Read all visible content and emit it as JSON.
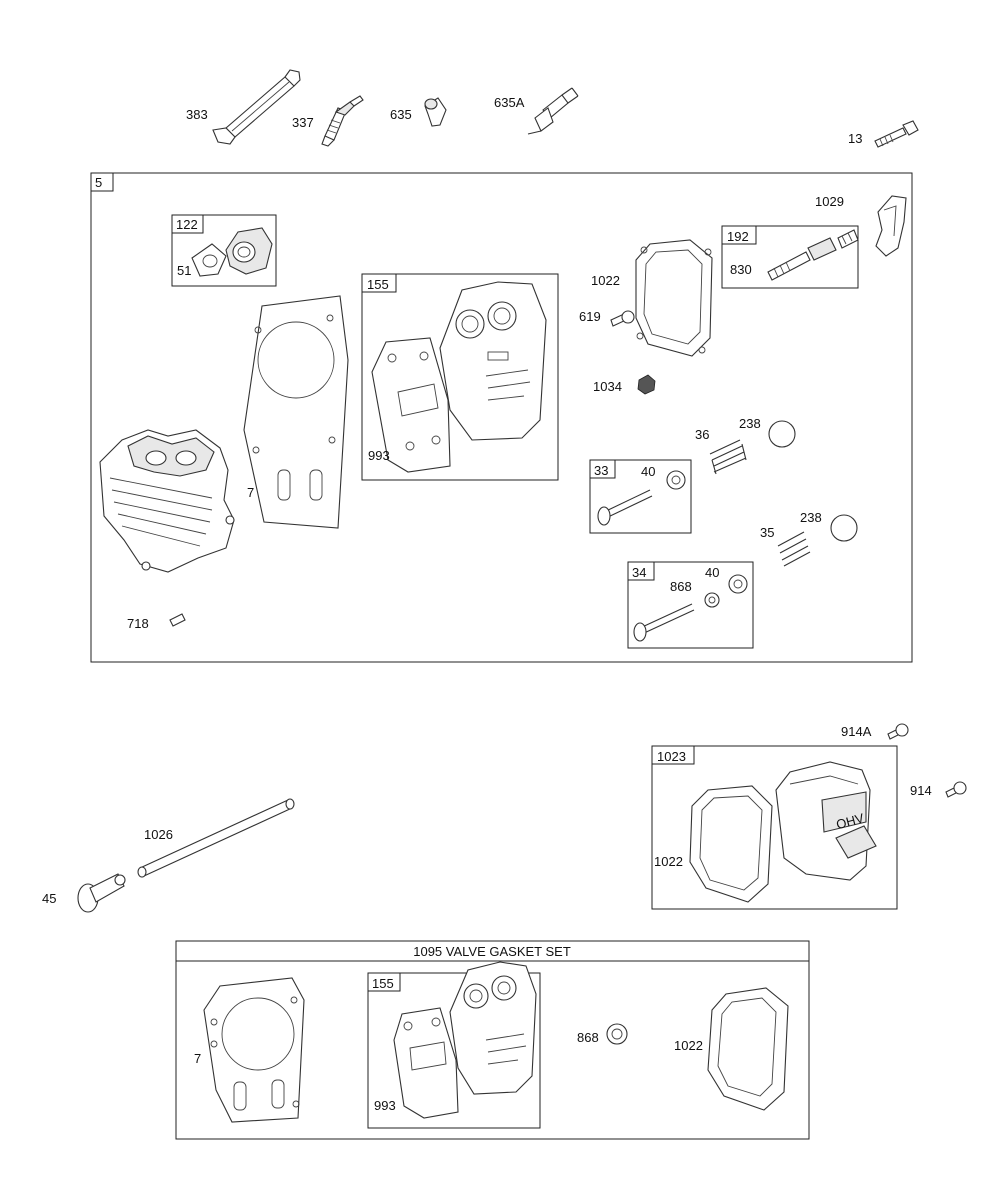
{
  "labels": {
    "p383": "383",
    "p337": "337",
    "p635": "635",
    "p635a": "635A",
    "p13": "13",
    "p5": "5",
    "p122": "122",
    "p51": "51",
    "p155_top": "155",
    "p993_top": "993",
    "p1022_top": "1022",
    "p619": "619",
    "p192": "192",
    "p830": "830",
    "p1029": "1029",
    "p1034": "1034",
    "p36": "36",
    "p238_a": "238",
    "p33": "33",
    "p40_a": "40",
    "p35": "35",
    "p238_b": "238",
    "p34": "34",
    "p40_b": "40",
    "p868_top": "868",
    "p7_top": "7",
    "p718": "718",
    "p914a": "914A",
    "p1023": "1023",
    "p914": "914",
    "p1022_mid": "1022",
    "p1026": "1026",
    "p45": "45",
    "p1095_title": "1095 VALVE GASKET SET",
    "p7_bottom": "7",
    "p155_bottom": "155",
    "p993_bottom": "993",
    "p868_bottom": "868",
    "p1022_bottom": "1022",
    "ohv_logo": "OHV"
  }
}
